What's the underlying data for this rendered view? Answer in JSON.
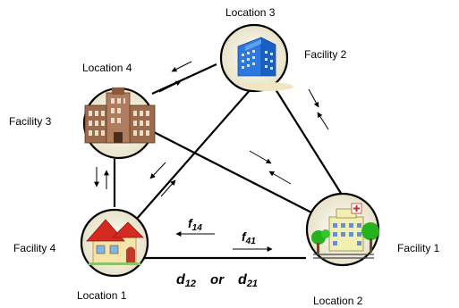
{
  "nodes": {
    "n1": {
      "location_label": "Location 1",
      "facility_label": "Facility 4",
      "icon": "house-icon"
    },
    "n2": {
      "location_label": "Location 2",
      "facility_label": "Facility 1",
      "icon": "hospital-icon"
    },
    "n3": {
      "location_label": "Location 3",
      "facility_label": "Facility 2",
      "icon": "office-tower-icon"
    },
    "n4": {
      "location_label": "Location 4",
      "facility_label": "Facility 3",
      "icon": "office-building-icon"
    }
  },
  "flows": {
    "f14": {
      "base": "f",
      "sub": "14"
    },
    "f41": {
      "base": "f",
      "sub": "41"
    }
  },
  "distance": {
    "d12": {
      "base": "d",
      "sub": "12"
    },
    "connector": "or",
    "d21": {
      "base": "d",
      "sub": "21"
    }
  },
  "colors": {
    "line": "#000000",
    "house_roof": "#d42a1f",
    "house_wall": "#f5e3a8",
    "hospital_wall": "#f3efb0",
    "hospital_green": "#26b11f",
    "tower_blue": "#2c78e0",
    "building_brown": "#9c6a4c"
  }
}
